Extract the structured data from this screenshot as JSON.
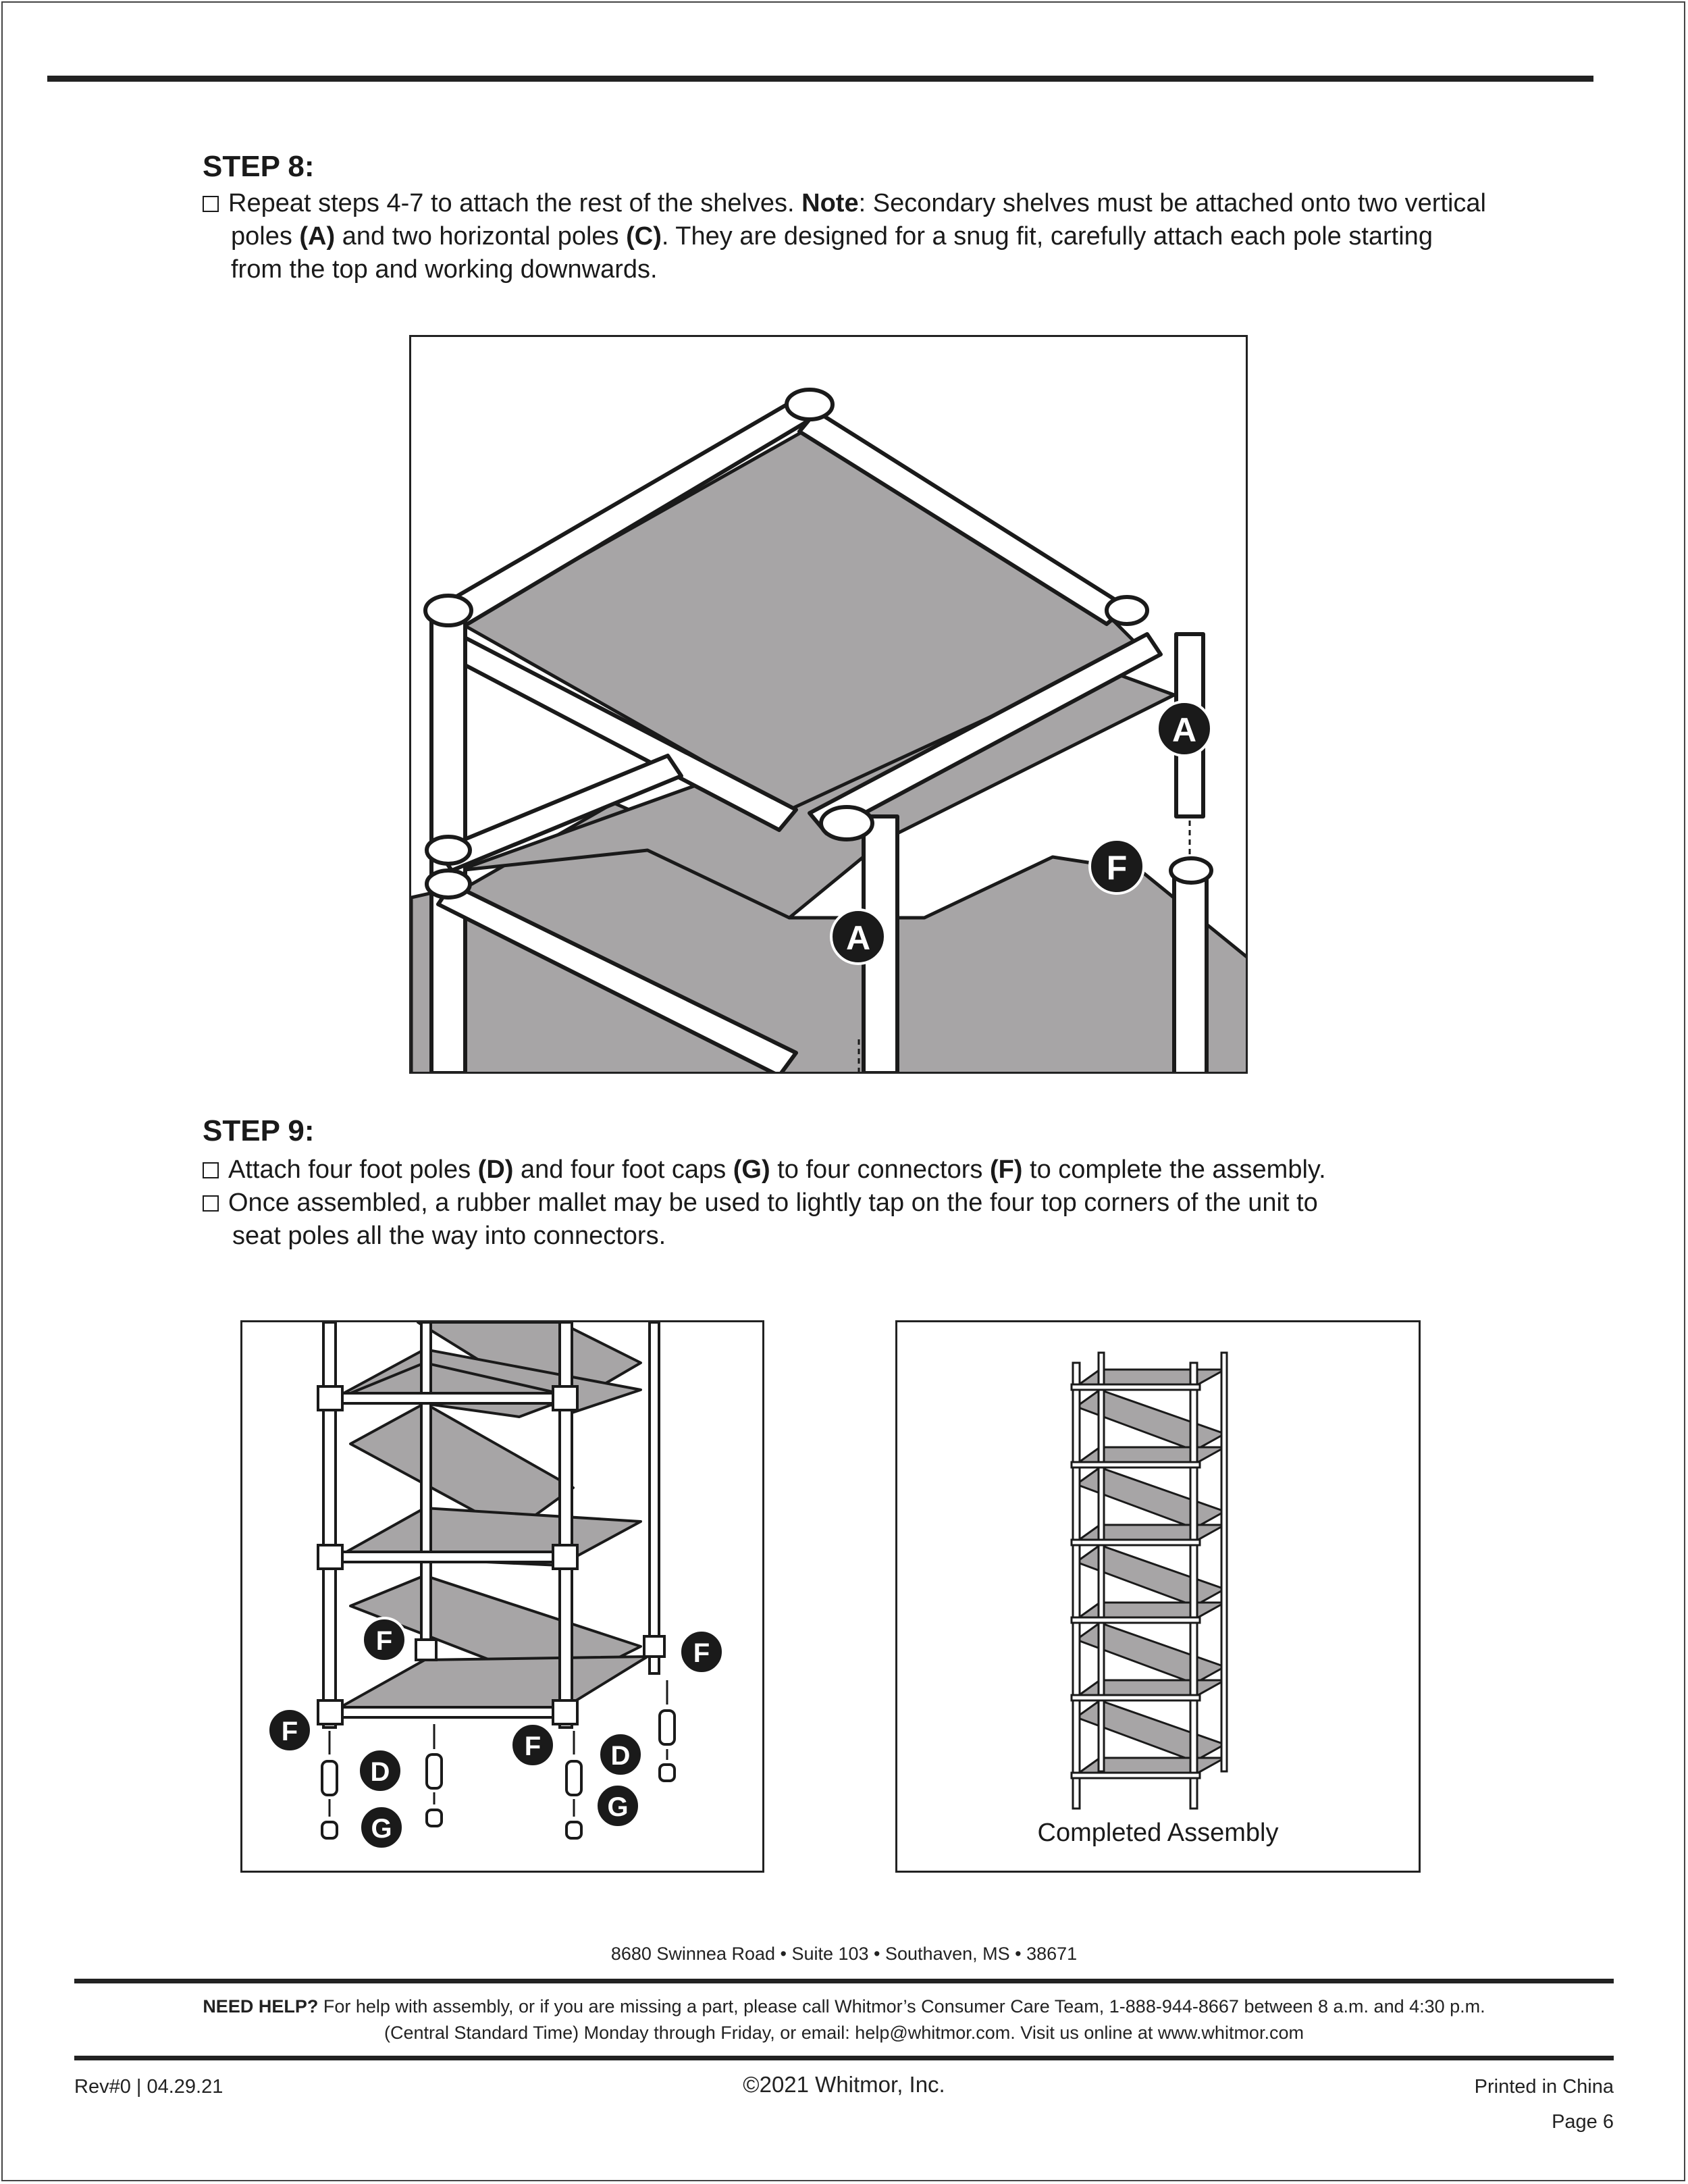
{
  "step8": {
    "title": "STEP 8:",
    "line1_a": "Repeat steps 4-7 to attach the rest of the shelves. ",
    "line1_note": "Note",
    "line1_b": ": Secondary shelves must be attached onto two vertical",
    "line2_a": "poles ",
    "line2_A": "(A)",
    "line2_b": " and two horizontal poles ",
    "line2_C": "(C)",
    "line2_c": ". They are designed for a snug fit, carefully attach each pole starting",
    "line3": "from the top and working downwards.",
    "figure_labels": [
      "A",
      "A",
      "F"
    ]
  },
  "step9": {
    "title": "STEP 9:",
    "b1_a": "Attach four foot poles ",
    "b1_D": "(D)",
    "b1_b": " and four foot caps ",
    "b1_G": "(G)",
    "b1_c": " to four connectors ",
    "b1_F": "(F)",
    "b1_d": " to complete the assembly.",
    "b2_line1": "Once assembled, a rubber mallet may be used to lightly tap on the four top corners of the unit to",
    "b2_line2": "seat poles all the way into connectors.",
    "left_figure_labels": [
      "F",
      "F",
      "F",
      "F",
      "D",
      "D",
      "G",
      "G"
    ],
    "completed_caption": "Completed Assembly"
  },
  "footer": {
    "address": "8680 Swinnea Road • Suite 103 • Southaven, MS • 38671",
    "help_bold": "NEED HELP?",
    "help_line1": " For help with assembly, or if you are missing a part, please call Whitmor’s Consumer Care Team, 1-888-944-8667 between 8 a.m. and 4:30 p.m.",
    "help_line2": "(Central Standard Time) Monday through Friday, or email: help@whitmor.com. Visit us online at www.whitmor.com",
    "revision": "Rev#0  |  04.29.21",
    "copyright": "©2021 Whitmor, Inc.",
    "printed": "Printed in China",
    "page": "Page 6"
  },
  "colors": {
    "fabric": "#a7a5a6",
    "ink": "#1a1a1a"
  }
}
